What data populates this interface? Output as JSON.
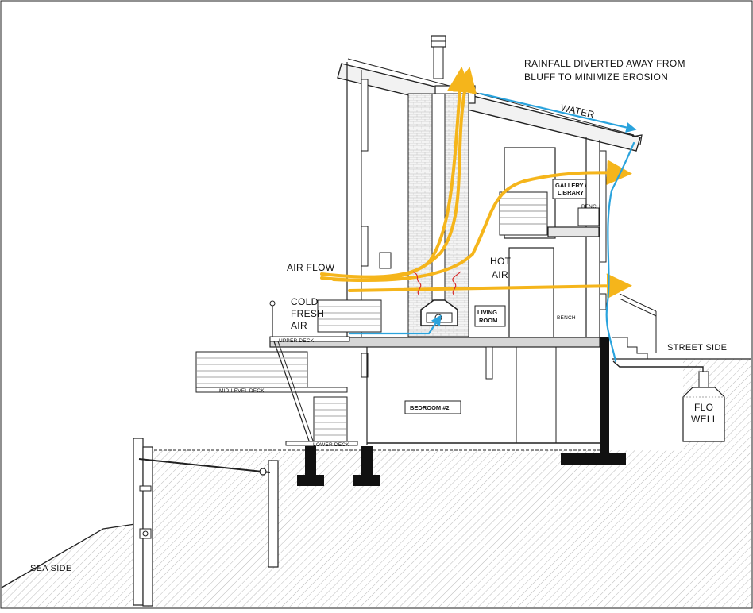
{
  "labels": {
    "rainfall_line1": "RAINFALL DIVERTED AWAY FROM",
    "rainfall_line2": "BLUFF TO MINIMIZE EROSION",
    "water": "WATER",
    "air_flow": "AIR FLOW",
    "cold_line1": "COLD",
    "cold_line2": "FRESH",
    "cold_line3": "AIR",
    "hot_line1": "HOT",
    "hot_line2": "AIR",
    "gallery_line1": "GALLERY /",
    "gallery_line2": "LIBRARY",
    "bench_upper": "BENCH",
    "bench_lower": "BENCH",
    "living_line1": "LIVING",
    "living_line2": "ROOM",
    "upper_deck": "UPPER DECK",
    "mid_deck": "MID-LEVEL DECK",
    "lower_deck": "LOWER DECK",
    "bedroom": "BEDROOM #2",
    "street_side": "STREET SIDE",
    "flo_line1": "FLO",
    "flo_line2": "WELL",
    "sea_side": "SEA SIDE"
  },
  "colors": {
    "air_flow": "#f5b51b",
    "water": "#2aa3dd",
    "heat": "#d62b2b",
    "line": "#1a1a1a",
    "hatch": "#9a9a9a"
  }
}
